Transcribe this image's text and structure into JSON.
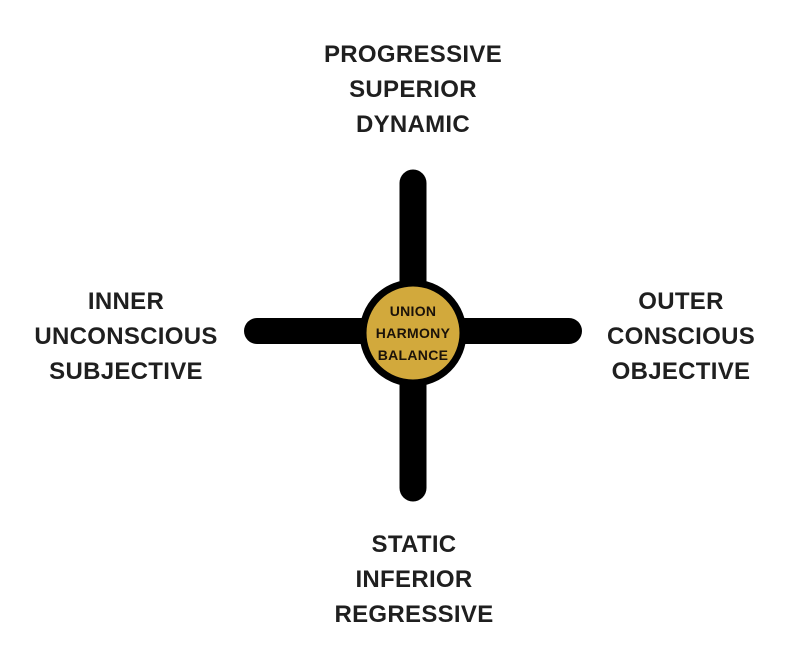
{
  "diagram": {
    "title": "Cross of opposites with central union circle",
    "colors": {
      "background": "#FFFFFF",
      "cross": "#000000",
      "circle_fill": "#D2A93C",
      "circle_border": "#000000",
      "text": "#1F1F1F"
    },
    "center": {
      "lines": [
        "UNION",
        "HARMONY",
        "BALANCE"
      ]
    },
    "top": {
      "lines": [
        "PROGRESSIVE",
        "SUPERIOR",
        "DYNAMIC"
      ]
    },
    "left": {
      "lines": [
        "INNER",
        "UNCONSCIOUS",
        "SUBJECTIVE"
      ]
    },
    "right": {
      "lines": [
        "OUTER",
        "CONSCIOUS",
        "OBJECTIVE"
      ]
    },
    "bottom": {
      "lines": [
        "STATIC",
        "INFERIOR",
        "REGRESSIVE"
      ]
    }
  }
}
